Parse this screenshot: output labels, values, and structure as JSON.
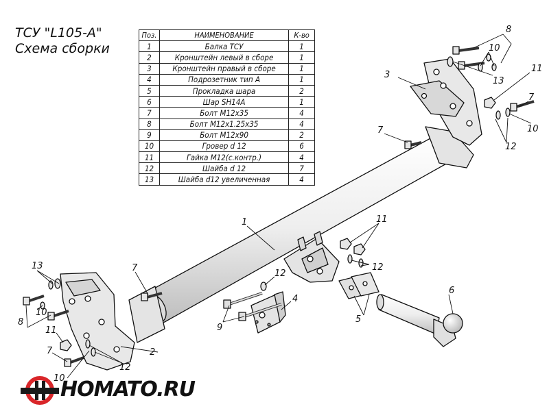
{
  "title": {
    "line1": "ТСУ \"L105-А\"",
    "line2": "Схема сборки"
  },
  "table": {
    "headers": [
      "Поз.",
      "НАИМЕНОВАНИЕ",
      "К-во"
    ],
    "rows": [
      [
        "1",
        "Балка ТСУ",
        "1"
      ],
      [
        "2",
        "Кронштейн левый в сборе",
        "1"
      ],
      [
        "3",
        "Кронштейн правый в сборе",
        "1"
      ],
      [
        "4",
        "Подрозетник тип А",
        "1"
      ],
      [
        "5",
        "Прокладка шара",
        "2"
      ],
      [
        "6",
        "Шар SH14А",
        "1"
      ],
      [
        "7",
        "Болт М12х35",
        "4"
      ],
      [
        "8",
        "Болт М12х1.25х35",
        "4"
      ],
      [
        "9",
        "Болт М12х90",
        "2"
      ],
      [
        "10",
        "Гровер d 12",
        "6"
      ],
      [
        "11",
        "Гайка М12(с.контр.)",
        "4"
      ],
      [
        "12",
        "Шайба d 12",
        "7"
      ],
      [
        "13",
        "Шайба d12 увеличенная",
        "4"
      ]
    ]
  },
  "callouts": {
    "c8_top": "8",
    "c10_top": "10",
    "c13_top": "13",
    "c3": "3",
    "c11_right": "11",
    "c7_right": "7",
    "c10_right": "10",
    "c12_right": "12",
    "c7_mid": "7",
    "c1": "1",
    "c11_mid": "11",
    "c12_mid": "12",
    "c13_left": "13",
    "c10_left": "10",
    "c8_left": "8",
    "c7_left": "7",
    "c12_left_upper": "12",
    "c4": "4",
    "c9": "9",
    "c6": "6",
    "c5": "5",
    "c2": "2",
    "c11_low": "11",
    "c7_low": "7",
    "c12_low": "12",
    "c10_low": "10"
  },
  "brand": {
    "text": "HOMATO.RU",
    "color_ring": "#d9262a",
    "color_dark": "#1a1a1a"
  }
}
